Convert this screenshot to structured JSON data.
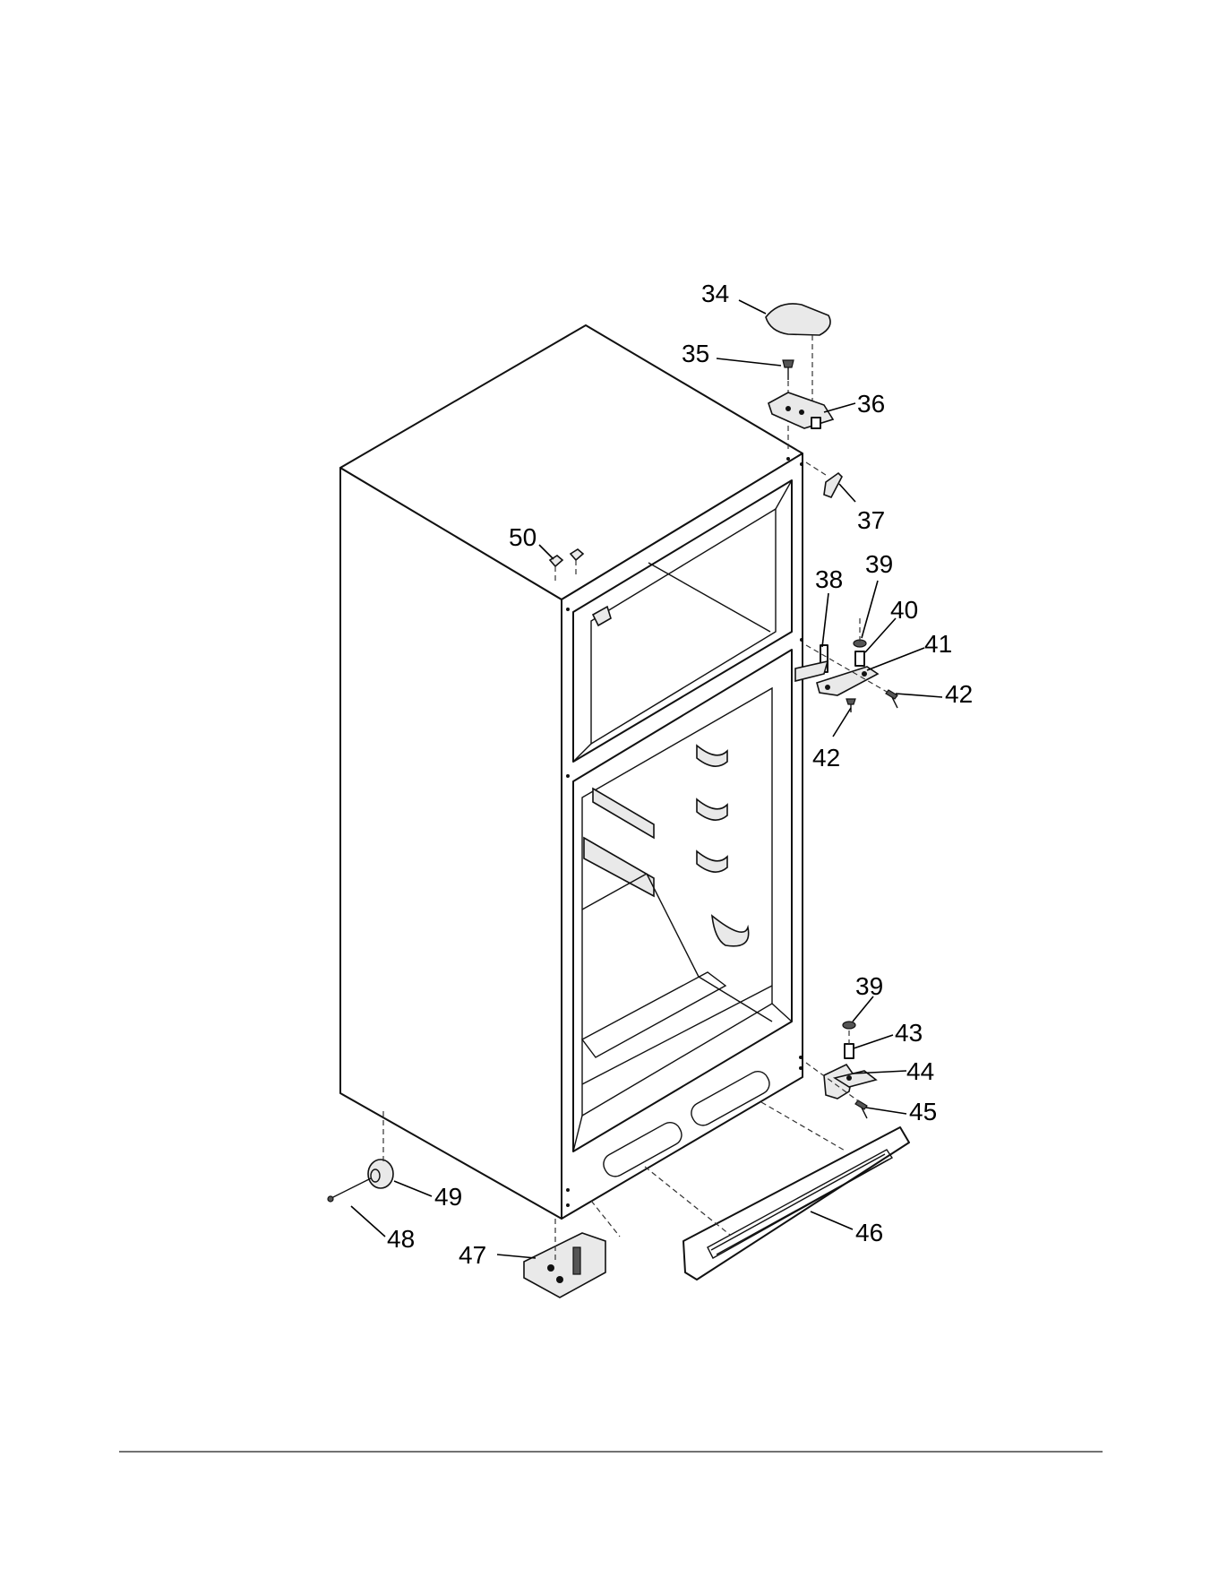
{
  "labels": {
    "p34": "34",
    "p35": "35",
    "p36": "36",
    "p37": "37",
    "p38": "38",
    "p39a": "39",
    "p40": "40",
    "p41": "41",
    "p42a": "42",
    "p42b": "42",
    "p39b": "39",
    "p43": "43",
    "p44": "44",
    "p45": "45",
    "p46": "46",
    "p47": "47",
    "p48": "48",
    "p49": "49",
    "p50": "50"
  }
}
